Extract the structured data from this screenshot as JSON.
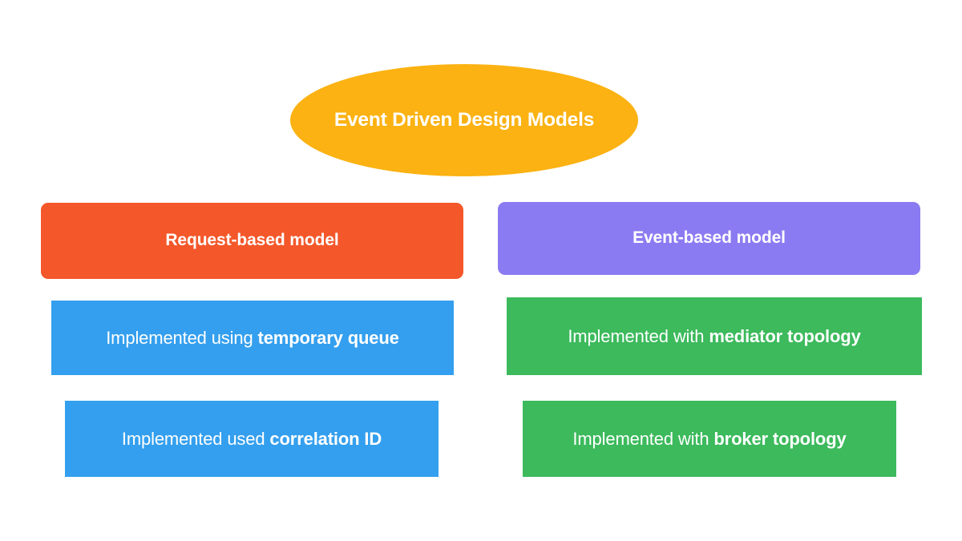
{
  "diagram": {
    "title": "Event Driven Design Models",
    "background_color": "#FFFFFF",
    "root": {
      "label": "Event Driven Design Models",
      "shape": "ellipse",
      "fill_color": "#FBB212",
      "text_color": "#FFFFFF"
    },
    "branches": [
      {
        "id": "request-based",
        "header": {
          "label": "Request-based model",
          "fill_color": "#F4572A",
          "text_color": "#FFFFFF"
        },
        "items": [
          {
            "id": "temporary-queue",
            "text_prefix": "Implemented using ",
            "text_emphasis": "temporary queue",
            "fill_color": "#349FEE",
            "text_color": "#FFFFFF"
          },
          {
            "id": "correlation-id",
            "text_prefix": "Implemented used ",
            "text_emphasis": "correlation ID",
            "fill_color": "#349FEE",
            "text_color": "#FFFFFF"
          }
        ]
      },
      {
        "id": "event-based",
        "header": {
          "label": "Event-based model",
          "fill_color": "#8B7BF2",
          "text_color": "#FFFFFF"
        },
        "items": [
          {
            "id": "mediator-topology",
            "text_prefix": "Implemented with ",
            "text_emphasis": "mediator topology",
            "fill_color": "#3CBA5C",
            "text_color": "#FFFFFF"
          },
          {
            "id": "broker-topology",
            "text_prefix": "Implemented with ",
            "text_emphasis": "broker topology",
            "fill_color": "#3CBA5C",
            "text_color": "#FFFFFF"
          }
        ]
      }
    ]
  }
}
